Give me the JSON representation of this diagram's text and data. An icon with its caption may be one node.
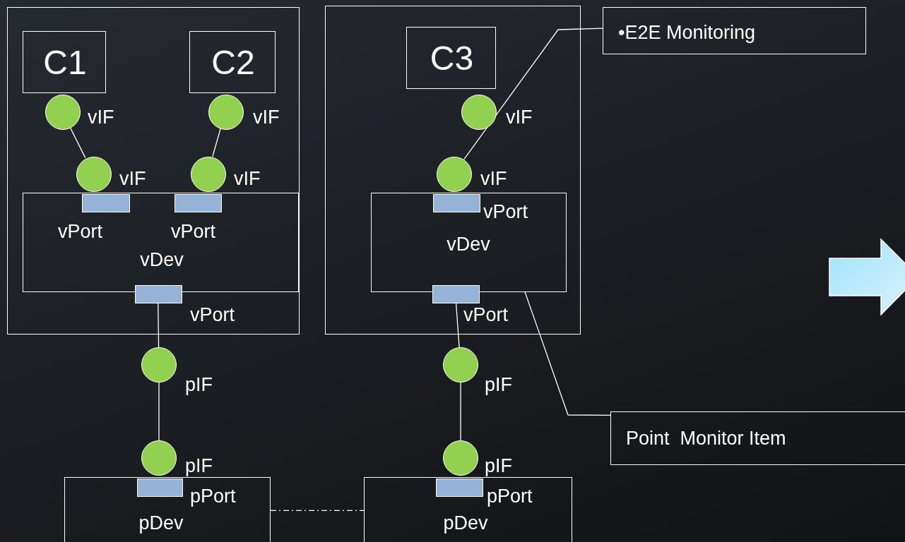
{
  "diagram": {
    "nodes": [
      {
        "text": [],
        "shape": "box"
      },
      {
        "text": [
          "C1"
        ],
        "in": 0
      },
      {
        "text": [
          "C2"
        ],
        "in": 0
      },
      {
        "text": [],
        "shape": "circle",
        "beside": [
          "vIF"
        ],
        "in": 0
      },
      {
        "text": [],
        "shape": "circle",
        "beside": [
          "vIF"
        ],
        "in": 0
      },
      {
        "text": [],
        "shape": "circle",
        "beside": [
          "vIF"
        ],
        "in": 0
      },
      {
        "text": [],
        "shape": "circle",
        "beside": [
          "vIF"
        ],
        "in": 0
      },
      {
        "text": [
          "vDev"
        ],
        "in": 0
      },
      {
        "text": [],
        "shape": "box",
        "beside": [
          "vPort"
        ],
        "in": 7
      },
      {
        "text": [],
        "shape": "box",
        "beside": [
          "vPort"
        ],
        "in": 7
      },
      {
        "text": [],
        "shape": "box",
        "beside": [
          "vPort"
        ],
        "in": 0
      },
      {
        "text": [],
        "shape": "box"
      },
      {
        "text": [
          "C3"
        ],
        "in": 11
      },
      {
        "text": [],
        "shape": "circle",
        "beside": [
          "vIF"
        ],
        "in": 11
      },
      {
        "text": [],
        "shape": "circle",
        "beside": [
          "vIF"
        ],
        "in": 11
      },
      {
        "text": [
          "vDev"
        ],
        "in": 11
      },
      {
        "text": [],
        "shape": "box",
        "beside": [
          "vPort"
        ],
        "in": 15
      },
      {
        "text": [],
        "shape": "box",
        "beside": [
          "vPort"
        ],
        "in": 11
      },
      {
        "text": [],
        "shape": "circle",
        "beside": [
          "pIF"
        ]
      },
      {
        "text": [],
        "shape": "circle",
        "beside": [
          "pIF"
        ]
      },
      {
        "text": [
          "pDev"
        ]
      },
      {
        "text": [],
        "shape": "box",
        "beside": [
          "pPort"
        ],
        "in": 20
      },
      {
        "text": [],
        "shape": "circle",
        "beside": [
          "pIF"
        ]
      },
      {
        "text": [],
        "shape": "circle",
        "beside": [
          "pIF"
        ]
      },
      {
        "text": [
          "pDev"
        ]
      },
      {
        "text": [],
        "shape": "box",
        "beside": [
          "pPort"
        ],
        "in": 24
      },
      {
        "text": [
          "•E2E Monitoring"
        ]
      },
      {
        "text": [
          "Point  Monitor Item"
        ]
      }
    ],
    "edges": [
      {
        "from": 3,
        "to": 5,
        "arrow": "none"
      },
      {
        "from": 4,
        "to": 6,
        "arrow": "none"
      },
      {
        "from": 10,
        "to": 18,
        "arrow": "none"
      },
      {
        "from": 18,
        "to": 19,
        "arrow": "none"
      },
      {
        "from": 17,
        "to": 22,
        "arrow": "none"
      },
      {
        "from": 22,
        "to": 23,
        "arrow": "none"
      },
      {
        "from": 20,
        "to": 24,
        "arrow": "none",
        "style": "dashed"
      },
      {
        "from": 26,
        "to": 14,
        "arrow": "none"
      },
      {
        "from": 27,
        "to": 15,
        "arrow": "none"
      }
    ]
  }
}
